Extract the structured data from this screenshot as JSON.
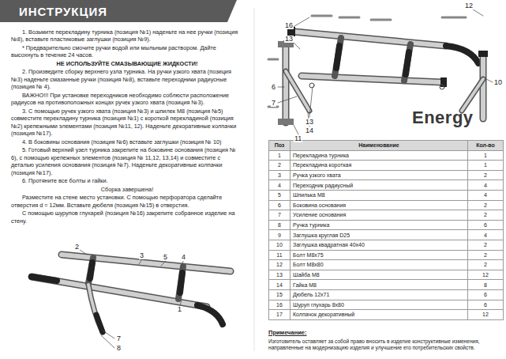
{
  "diagram": {
    "title": "ИНСТРУКЦИЯ",
    "labels": [
      "1. Возьмите перекладину турника (позиция №1) наденьте на нее ручки (позиция №8), вставьте пластиковые заглушки (позиция №9).",
      "* Предварительно смочите ручки водой или мыльным раствором. Дайте высохнуть в течение 24 часов.",
      "НЕ ИСПОЛЬЗУЙТЕ СМАЗЫВАЮЩИЕ ЖИДКОСТИ!",
      "2. Произведите сборку верхнего узла турника. На ручки узкого хвата (позиция №3) наденьте смазанные ручки (позиция №8), вставьте переходники радиусные (позиция № 4).",
      "ВАЖНО!!! При установке переходников необходимо соблюсти расположение радиусов на противоположных концах ручек узкого хвата (позиция №3).",
      "3. С помощью ручек узкого хвата (позиция №3) и шпилек М8 (позиция №5) совместите перекладину турника (позиция №1) с короткой перекладиной (позиция №2) крепежными элементами (позиция №11, 12). Наденьте декоративные колпачки (позиция №17).",
      "4. В боковины основания (позиция №6) вставьте заглушки (позиция № 10)",
      "5. Готовый верхний узел турника закрепите на боковине основания (позиция № 6), с помощью крепежных элементов (позиция № 11,12, 13,14) и совместите с деталью усиления основания (позиция №7). Наденьте декоративные колпачки (позиция №17).",
      "6. Протяните все болты и гайки.",
      "Сборка завершена!",
      "Разместите на стене место установки. С помощью перфоратора сделайте отверстия d = 12мм. Вставьте дюбеля (позиция №15) в отверстия.",
      "С помощью шурупов глухарей (позиция №16) закрепите собранное изделие на стену.",
      "Поз",
      "Наименование",
      "Кол-во",
      "1",
      "Перекладина турника",
      "1",
      "2",
      "Перекладина короткая",
      "1",
      "3",
      "Ручка узкого хвата",
      "2",
      "4",
      "Переходник радиусный",
      "4",
      "5",
      "Шпилька М8",
      "4",
      "6",
      "Боковина основания",
      "2",
      "7",
      "Усиление основания",
      "2",
      "8",
      "Ручка турника",
      "6",
      "9",
      "Заглушка круглая D25",
      "4",
      "10",
      "Заглушка квадратная 40х40",
      "2",
      "11",
      "Болт М8х75",
      "2",
      "12",
      "Болт М8х80",
      "2",
      "13",
      "Шайба М8",
      "12",
      "14",
      "Гайка М8",
      "8",
      "15",
      "Дюбель 12х71",
      "6",
      "16",
      "Шуруп глухарь 8х80",
      "6",
      "17",
      "Колпачок декоративный",
      "12",
      "Примечание:",
      "Изготовитель оставляет за собой право вносить в изделие конструктивные изменения, направленные на модернизацию изделия и улучшение его потребительских свойств.",
      "12",
      "16",
      "13",
      "6",
      "10",
      "7",
      "13",
      "14",
      "11",
      "2",
      "3",
      "5",
      "4",
      "1",
      "7",
      "8",
      "Energy"
    ]
  }
}
